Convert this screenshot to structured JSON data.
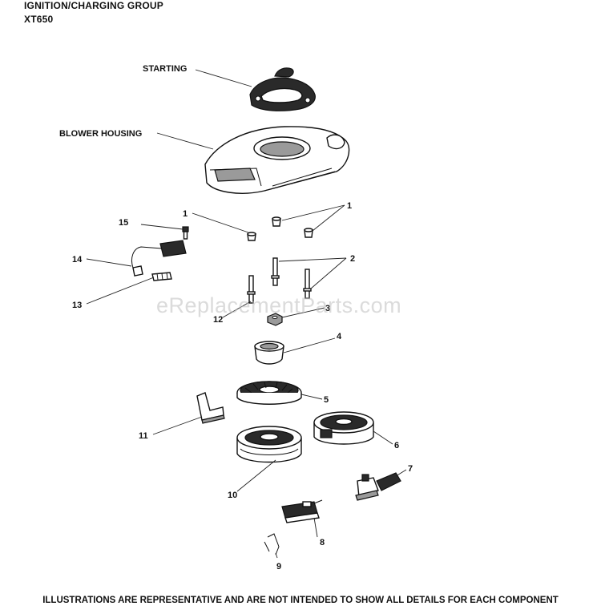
{
  "header": {
    "title": "IGNITION/CHARGING GROUP",
    "model": "XT650"
  },
  "callouts": {
    "starting": "STARTING",
    "blower_housing": "BLOWER HOUSING",
    "n1a": "1",
    "n1b": "1",
    "n2": "2",
    "n3": "3",
    "n4": "4",
    "n5": "5",
    "n6": "6",
    "n7": "7",
    "n8": "8",
    "n9": "9",
    "n10": "10",
    "n11": "11",
    "n12": "12",
    "n13": "13",
    "n14": "14",
    "n15": "15"
  },
  "watermark": "eReplacementParts.com",
  "footer": "ILLUSTRATIONS ARE REPRESENTATIVE AND ARE NOT INTENDED TO SHOW ALL DETAILS FOR EACH COMPONENT"
}
